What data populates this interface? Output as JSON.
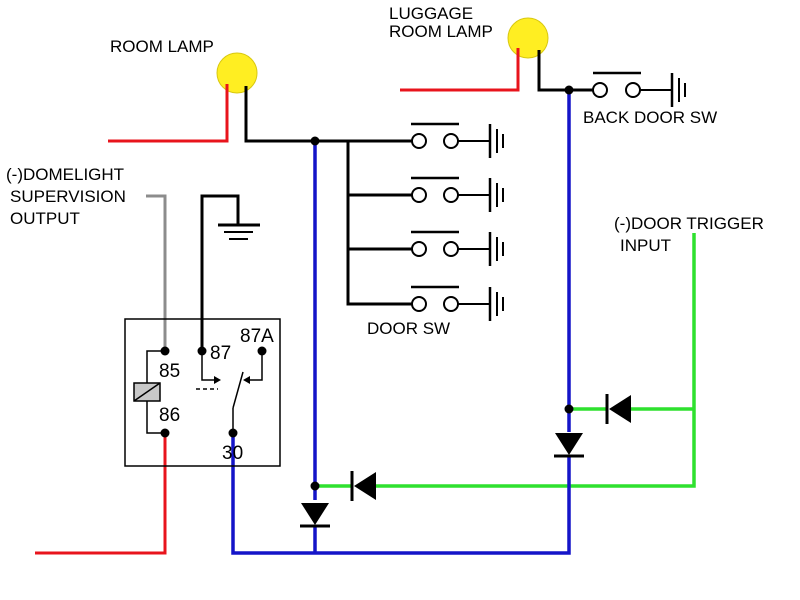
{
  "labels": {
    "room_lamp": "ROOM LAMP",
    "luggage_line1": "LUGGAGE",
    "luggage_line2": "ROOM LAMP",
    "back_door_sw": "BACK DOOR SW",
    "domelight_line1": "(-)DOMELIGHT",
    "domelight_line2": "SUPERVISION",
    "domelight_line3": "OUTPUT",
    "door_trigger_line1": "(-)DOOR TRIGGER",
    "door_trigger_line2": "INPUT",
    "door_sw": "DOOR SW"
  },
  "relay_pins": {
    "pin85": "85",
    "pin86": "86",
    "pin87": "87",
    "pin87a": "87A",
    "pin30": "30"
  },
  "colors": {
    "lamp": "#ffee22",
    "positive_wire": "#e8141c",
    "relay_wire": "#1414c8",
    "trigger_wire": "#2ee12e",
    "supervision_wire": "#8c8c8c",
    "diode": "#000000"
  }
}
